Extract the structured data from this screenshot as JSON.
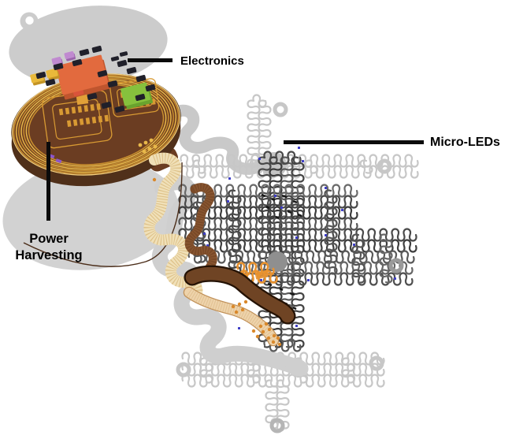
{
  "figure": {
    "kind": "annotated-device-illustration",
    "description": "Exploded view of a wireless battery-free optoelectronic implant: electronics on a coil power-harvesting disc connected by serpentine cable to a micro-LED mesh"
  },
  "labels": {
    "electronics": "Electronics",
    "micro_leds": "Micro-LEDs",
    "power_line1": "Power",
    "power_line2": "Harvesting"
  },
  "colors": {
    "background": "#ffffff",
    "leader": "#0b0b0b",
    "encapsulation": "#cccccc",
    "shadow_layer": "#d2d2d2",
    "gray_serp": "#c9c9c9",
    "gray_serp2": "#cfcfcf",
    "mesh_light": "#c7c7c7",
    "mesh_dark": "#454545",
    "led_blue": "#3c3cc6",
    "substrate_brown": "#6b3d22",
    "substrate_side": "#50301a",
    "copper": "#d89a33",
    "copper_bright": "#e8b84a",
    "coil_light": "#f4d07f",
    "chip_orange": "#e26a3e",
    "chip_orange_side": "#bf552e",
    "chip_red_pad": "#d9543a",
    "chip_green": "#86c13d",
    "chip_green_side": "#69a32e",
    "comp_yellow": "#e9b93a",
    "comp_yellow_side": "#c49425",
    "comp_purple": "#c08ad0",
    "comp_purple_side": "#9a64ab",
    "comp_black": "#20202a",
    "cable_cream": "#f0e0b8",
    "cable_cream_line": "#c9a055",
    "cable_brown": "#7a4a28",
    "cable_brown_line": "#a06a40",
    "snake_brown": "#6f4424",
    "snake_outline": "#241204",
    "cable_tan": "#eed3ab",
    "cable_tan_edge": "#c09058",
    "dot_orange": "#d9882b",
    "orange_serp": "#e8922f",
    "wire_brown": "#4a2c18"
  }
}
